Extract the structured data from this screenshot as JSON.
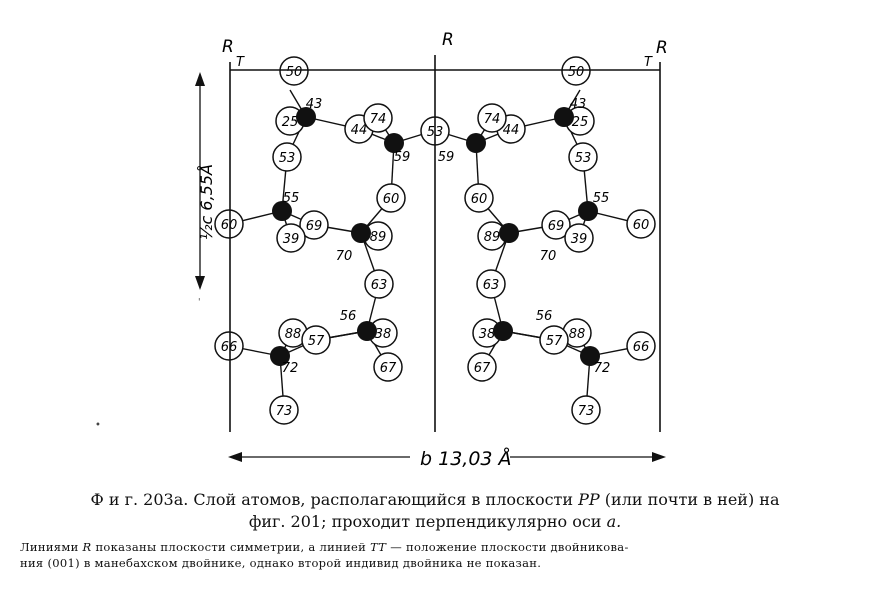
{
  "figure": {
    "plane_label_R": "R",
    "trace_label_T": "T",
    "dim_c": "½c 6,55Å",
    "dim_b": "b 13,03 Å",
    "atoms": {
      "L": [
        "50",
        "25",
        "44",
        "74",
        "53",
        "60",
        "69",
        "39",
        "89",
        "60",
        "63",
        "88",
        "57",
        "38",
        "66",
        "73",
        "67"
      ],
      "center": "53"
    },
    "atom_labels": {
      "L": [
        "43",
        "59",
        "55",
        "70",
        "56",
        "72"
      ],
      "R": [
        "43",
        "59",
        "55",
        "70",
        "56",
        "72"
      ]
    }
  },
  "caption": {
    "fig_label": "Ф и г. 203а.",
    "line1_a": "Слой атомов, располагающийся в плоскости",
    "line1_pp": "PP",
    "line1_b": "(или почти в ней) на",
    "line2": "фиг. 201; проходит перпендикулярно оси",
    "line2_axis": "a."
  },
  "note": {
    "line1_a": "Линиями",
    "line1_r": "R",
    "line1_b": "показаны плоскости симметрии, а линией",
    "line1_tt": "TT",
    "line1_c": "— положение плоскости двойникова-",
    "line2": "ния (001) в манебахском двойнике, однако второй индивид двойника не показан."
  }
}
